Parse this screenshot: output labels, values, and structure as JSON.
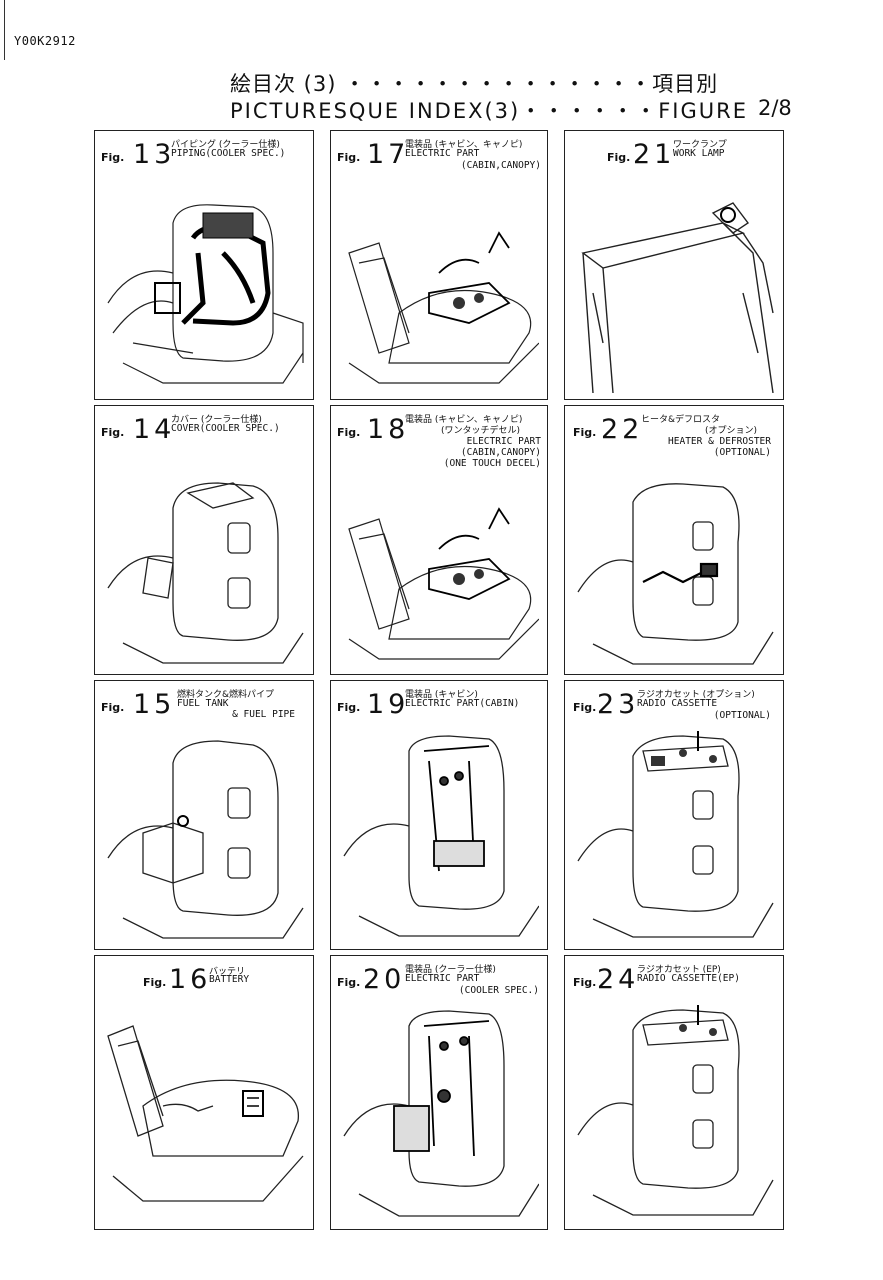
{
  "doc_id": "Y00K2912",
  "header": {
    "title_jp": "絵目次 (3) ・・・・・・・・・・・・・・項目別",
    "title_en": "PICTURESQUE INDEX(3)・・・・・・FIGURE",
    "page": "2/8"
  },
  "figures": [
    {
      "fig": "Fig.",
      "num": "13",
      "jp": "パイピング (クーラー仕様)",
      "en": [
        "PIPING(COOLER SPEC.)"
      ]
    },
    {
      "fig": "Fig.",
      "num": "17",
      "jp": "電装品 (キャビン、キャノピ)",
      "en": [
        "ELECTRIC PART",
        "(CABIN,CANOPY)"
      ]
    },
    {
      "fig": "Fig.",
      "num": "21",
      "jp": "ワークランプ",
      "en": [
        "WORK LAMP"
      ]
    },
    {
      "fig": "Fig.",
      "num": "14",
      "jp": "カバー (クーラー仕様)",
      "en": [
        "COVER(COOLER SPEC.)"
      ]
    },
    {
      "fig": "Fig.",
      "num": "18",
      "jp": "電装品 (キャビン、キャノピ)",
      "jp2": "(ワンタッチデセル)",
      "en": [
        "ELECTRIC PART",
        "(CABIN,CANOPY)",
        "(ONE TOUCH DECEL)"
      ]
    },
    {
      "fig": "Fig.",
      "num": "22",
      "jp": "ヒータ&デフロスタ",
      "jp2": "(オプション)",
      "en": [
        "HEATER & DEFROSTER",
        "(OPTIONAL)"
      ]
    },
    {
      "fig": "Fig.",
      "num": "15",
      "jp": "燃料タンク&燃料パイプ",
      "en": [
        "FUEL TANK",
        "& FUEL PIPE"
      ]
    },
    {
      "fig": "Fig.",
      "num": "19",
      "jp": "電装品 (キャビン)",
      "en": [
        "ELECTRIC PART(CABIN)"
      ]
    },
    {
      "fig": "Fig.",
      "num": "23",
      "jp": "ラジオカセット (オプション)",
      "en": [
        "RADIO CASSETTE",
        "(OPTIONAL)"
      ]
    },
    {
      "fig": "Fig.",
      "num": "16",
      "jp": "バッテリ",
      "en": [
        "BATTERY"
      ]
    },
    {
      "fig": "Fig.",
      "num": "20",
      "jp": "電装品 (クーラー仕様)",
      "en": [
        "ELECTRIC PART",
        "(COOLER SPEC.)"
      ]
    },
    {
      "fig": "Fig.",
      "num": "24",
      "jp": "ラジオカセット (EP)",
      "en": [
        "RADIO CASSETTE(EP)"
      ]
    }
  ]
}
